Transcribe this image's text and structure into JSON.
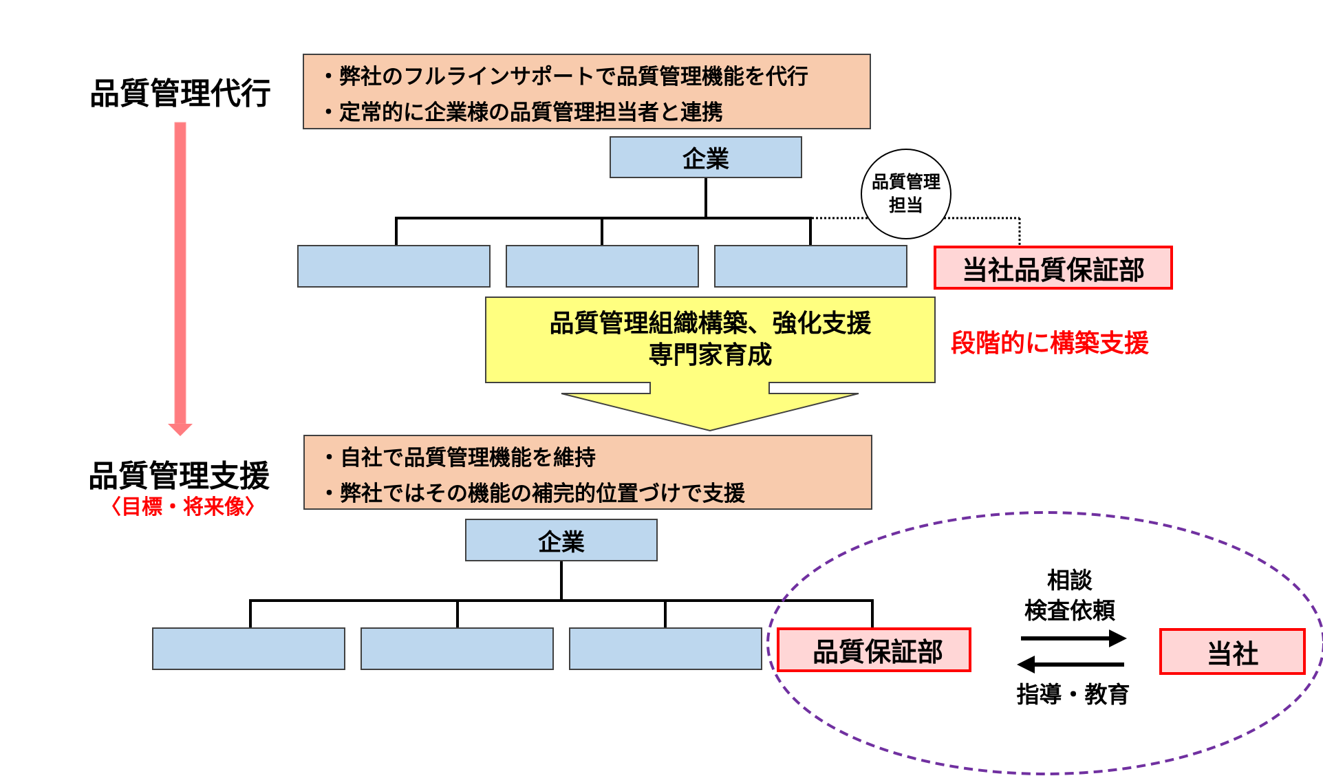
{
  "diagram": {
    "stage1": {
      "title": "品質管理代行",
      "points": [
        "・弊社のフルラインサポートで品質管理機能を代行",
        "・定常的に企業様の品質管理担当者と連携"
      ],
      "company": "企業",
      "qc_person": [
        "品質管理",
        "担当"
      ],
      "our_qa_dept": "当社品質保証部"
    },
    "transition": {
      "lines": [
        "品質管理組織構築、強化支援",
        "専門家育成"
      ],
      "note": "段階的に構築支援"
    },
    "stage2": {
      "title": "品質管理支援",
      "subtitle": "〈目標・将来像〉",
      "points": [
        "・自社で品質管理機能を維持",
        "・弊社ではその機能の補完的位置づけで支援"
      ],
      "company": "企業",
      "qa_dept": "品質保証部",
      "us": "当社",
      "arrow_right_labels": [
        "相談",
        "検査依頼"
      ],
      "arrow_left_label": "指導・教育"
    },
    "colors": {
      "info_box": "#f8cbad",
      "org_box": "#bdd7ee",
      "highlight_border": "#ff0000",
      "highlight_fill": "#ffd6d6",
      "banner": "#ffff80",
      "ellipse": "#7030a0",
      "progress_arrow": "#ff7c80"
    }
  }
}
